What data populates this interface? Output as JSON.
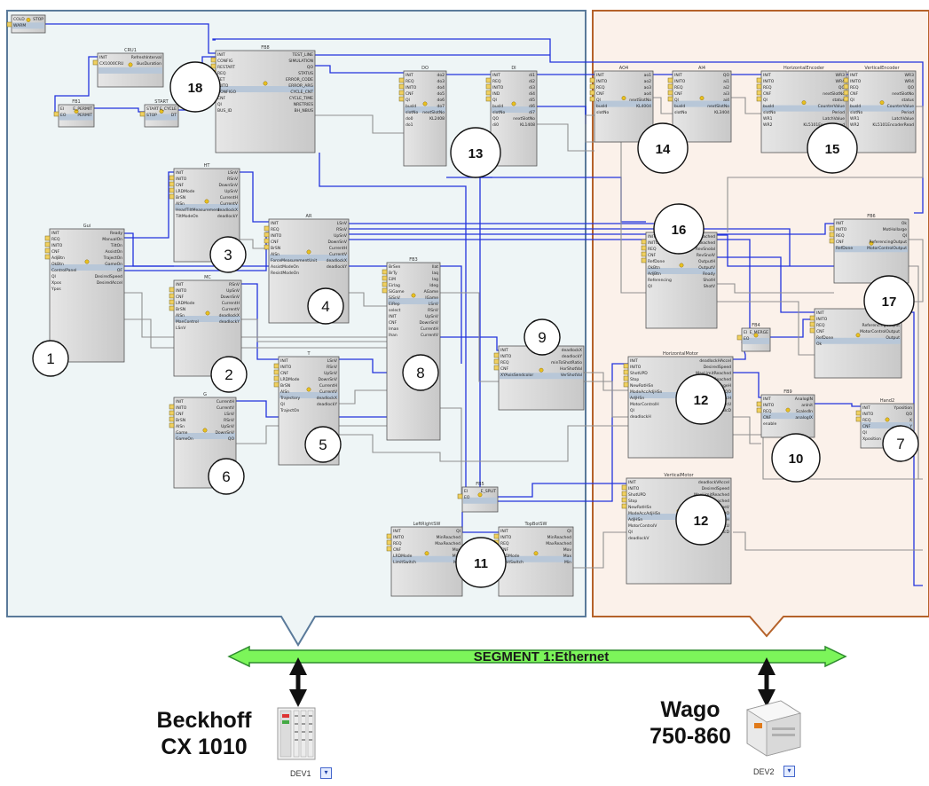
{
  "segment": {
    "label": "SEGMENT 1:Ethernet"
  },
  "devices": [
    {
      "line1": "Beckhoff",
      "line2": "CX 1010",
      "id": "DEV1"
    },
    {
      "line1": "Wago",
      "line2": "750-860",
      "id": "DEV2"
    }
  ],
  "colors": {
    "dev1_region_fill": "#eef5f6",
    "dev1_region_border": "#5a7a9a",
    "dev2_region_fill": "#fbf1ea",
    "dev2_region_border": "#b5622a",
    "segment_fill": "#7cf55a",
    "segment_border": "#2e8b2e",
    "wire_blue": "#2233dd",
    "wire_gray": "#909090",
    "fb_fill": "#d6d6d6"
  },
  "callouts": [
    "1",
    "2",
    "3",
    "4",
    "5",
    "6",
    "7",
    "8",
    "9",
    "10",
    "11",
    "12",
    "12",
    "13",
    "14",
    "15",
    "16",
    "17",
    "18"
  ],
  "function_blocks": [
    {
      "title": "",
      "ports": [
        "COLD",
        "WARM",
        "STOP"
      ]
    },
    {
      "title": "CRU1",
      "ports": [
        "INIT",
        "CX1000CRU",
        "RefreshInterval",
        "BusDuration"
      ]
    },
    {
      "title": "FB8",
      "ports": [
        "INIT",
        "CONFIG",
        "RESTART",
        "REQ",
        "SET",
        "INITO",
        "CONFIGO",
        "CNF",
        "QI",
        "BUS_ID",
        "TEST_LINE",
        "SIMULATION",
        "QO",
        "STATUS",
        "ERROR_CODE",
        "ERROR_ARG",
        "CYCLE_CNT",
        "CYCLE_TIME",
        "NRETRIES",
        "BH_NBUS"
      ]
    },
    {
      "title": "FB1",
      "ports": [
        "EI",
        "EO",
        "E_PERMIT",
        "PERMIT"
      ]
    },
    {
      "title": "START",
      "ports": [
        "START",
        "STOP",
        "E_CYCLE",
        "DT"
      ]
    },
    {
      "title": "DO",
      "ports": [
        "INIT",
        "REQ",
        "INITO",
        "CNF",
        "QI",
        "busId",
        "slotNo",
        "do0",
        "do1",
        "do2",
        "do3",
        "do4",
        "do5",
        "do6",
        "do7",
        "nextSlotNo",
        "KL2408"
      ]
    },
    {
      "title": "DI",
      "ports": [
        "INIT",
        "REQ",
        "INITO",
        "IND",
        "QI",
        "busId",
        "slotNo",
        "QO",
        "di0",
        "di1",
        "di2",
        "di3",
        "di4",
        "di5",
        "di6",
        "di7",
        "nextSlotNo",
        "KL1408"
      ]
    },
    {
      "title": "HT",
      "ports": [
        "INIT",
        "INITO",
        "CNF",
        "LRDMode",
        "BrSN",
        "AlSn",
        "HeadTiltMeasurement",
        "TiltModeOn",
        "LSnV",
        "RSnV",
        "DownSnV",
        "UpSnV",
        "CurrentH",
        "CurrentV",
        "deadlockX",
        "deadlockY"
      ]
    },
    {
      "title": "Gui",
      "ports": [
        "INIT",
        "REQ",
        "INITO",
        "CNF",
        "AdjBtn",
        "OkBtn",
        "ControlPanel",
        "QI",
        "Xpos",
        "Ypos",
        "Ready",
        "ManualOn",
        "TiltOn",
        "AssistOn",
        "TrajectOn",
        "GameOn",
        "OF",
        "DesiredSpeed",
        "DesiredAccel"
      ]
    },
    {
      "title": "AR",
      "ports": [
        "INIT",
        "REQ",
        "INITO",
        "CNF",
        "BrSN",
        "AlSn",
        "ForceMeasurementUnit",
        "AssistModeOn",
        "ResistModeOn",
        "LSnV",
        "RSnV",
        "UpSnV",
        "DownSnV",
        "CurrentH",
        "CurrentV",
        "deadlockX",
        "deadlockY"
      ]
    },
    {
      "title": "FB3",
      "ports": [
        "BrSen",
        "BrTy",
        "EiM",
        "Eirlag",
        "SiGame",
        "SiSnV",
        "EiRep",
        "select",
        "INIT",
        "CNF",
        "Iman",
        "Ihan",
        "Ilat",
        "Iaq",
        "Iag",
        "Ideg",
        "AGame",
        "IGame",
        "LSnV",
        "RSnV",
        "UpSnV",
        "DownSnV",
        "CurrentH",
        "CurrentV"
      ]
    },
    {
      "title": "MC",
      "ports": [
        "INIT",
        "INITO",
        "CNF",
        "LRDMode",
        "BrSN",
        "AlSn",
        "ManControl",
        "LSnV",
        "RSnV",
        "UpSnV",
        "DownSnV",
        "CurrentH",
        "CurrentV",
        "deadlockX",
        "deadlockY"
      ]
    },
    {
      "title": "T",
      "ports": [
        "INIT",
        "INITO",
        "CNF",
        "LRDMode",
        "BrSN",
        "AlSn",
        "Trajectory",
        "QI",
        "TrajectOn",
        "LSnV",
        "RSnV",
        "UpSnV",
        "DownSnV",
        "CurrentH",
        "CurrentV",
        "deadlockX",
        "deadlockY"
      ]
    },
    {
      "title": "G",
      "ports": [
        "INIT",
        "INITO",
        "CNF",
        "BrSN",
        "AlSn",
        "Game",
        "GameOn",
        "CurrentH",
        "CurrentV",
        "LSnV",
        "RSnV",
        "UpSnV",
        "DownSnV",
        "QO"
      ]
    },
    {
      "title": "",
      "ports": [
        "INIT",
        "INITO",
        "REQ",
        "CNF",
        "XYAxisSendcolor",
        "deadlockX",
        "deadlockY",
        "minToShotRatio",
        "HorShotVal",
        "VerShotVal"
      ]
    },
    {
      "title": "FB5",
      "ports": [
        "EI",
        "EO",
        "E_SPLIT"
      ]
    },
    {
      "title": "LeftRightSW",
      "ports": [
        "INIT",
        "INITO",
        "REQ",
        "CNF",
        "LRDMode",
        "LimitSwitch",
        "QI",
        "MinReached",
        "MaxReached",
        "Mov",
        "Max",
        "Min"
      ]
    },
    {
      "title": "TopBotSW",
      "ports": [
        "INIT",
        "INITO",
        "REQ",
        "CNF",
        "LRDMode",
        "LimitSwitch",
        "QI",
        "MinReached",
        "MaxReached",
        "Mov",
        "Max",
        "Min"
      ]
    },
    {
      "title": "AO4",
      "ports": [
        "INIT",
        "INITO",
        "REQ",
        "CNF",
        "QI",
        "busId",
        "slotNo",
        "ao1",
        "ao2",
        "ao3",
        "ao4",
        "nextSlotNo",
        "KL4004"
      ]
    },
    {
      "title": "AI4",
      "ports": [
        "INIT",
        "INITO",
        "REQ",
        "CNF",
        "QI",
        "busId",
        "slotNo",
        "QO",
        "ai1",
        "ai2",
        "ai3",
        "ai4",
        "nextSlotNo",
        "KL3404"
      ]
    },
    {
      "title": "HorizontalEncoder",
      "ports": [
        "INIT",
        "INITO",
        "REQ",
        "CNF",
        "QI",
        "busId",
        "slotNo",
        "WR1",
        "WR2",
        "WR3",
        "WR4",
        "QO",
        "nextSlotNo",
        "status",
        "CounterValue",
        "Period",
        "LatchValue",
        "KL5101EncoderRead"
      ]
    },
    {
      "title": "VerticalEncoder",
      "ports": [
        "INIT",
        "INITO",
        "REQ",
        "CNF",
        "QI",
        "busId",
        "slotNo",
        "WR1",
        "WR2",
        "WR3",
        "WR4",
        "QO",
        "nextSlotNo",
        "status",
        "CounterValue",
        "Period",
        "LatchValue",
        "KL5101EncoderRead"
      ]
    },
    {
      "title": "",
      "ports": [
        "INIT",
        "INITO",
        "REQ",
        "CNF",
        "RefDone",
        "OkBtn",
        "AdjBtn",
        "Referencing",
        "QI",
        "MaxReached",
        "MinReached",
        "RevSnolal",
        "RevSnolV",
        "OutputH",
        "OutputV",
        "Ready",
        "ShotH",
        "ShotV"
      ]
    },
    {
      "title": "FB6",
      "ports": [
        "INIT",
        "INITO",
        "REQ",
        "CNF",
        "RefDone",
        "Ok",
        "MotHollarge",
        "QI",
        "ReferencingOutput",
        "MotorControlOutput"
      ]
    },
    {
      "title": "",
      "ports": [
        "INIT",
        "INITO",
        "REQ",
        "CNF",
        "RefDone",
        "Ok",
        "MotHollarge",
        "QI",
        "ReferencingOutput",
        "MotorControlOutput",
        "Output"
      ]
    },
    {
      "title": "FB4",
      "ports": [
        "EI",
        "EO",
        "E_MERGE"
      ]
    },
    {
      "title": "HorizontalMotor",
      "ports": [
        "INIT",
        "INITO",
        "ShotUPD",
        "Stop",
        "NewRotHSn",
        "ModeAccAdjHSn",
        "AdjHSn",
        "MotorControlH",
        "QI",
        "deadlockH",
        "deadlockHAccel",
        "DesiredSpeed",
        "MaxLimitReached",
        "MinLimitReached",
        "OutputVoltageH",
        "QO",
        "calcH",
        "calcU",
        "calcD"
      ]
    },
    {
      "title": "VerticalMotor",
      "ports": [
        "INIT",
        "INITO",
        "ShotUPD",
        "Stop",
        "NewRotHSn",
        "ModeAccAdjHSn",
        "AdjHSn",
        "MotorControlV",
        "QI",
        "deadlockV",
        "deadlockVAccel",
        "DesiredSpeed",
        "MaxLimitReached",
        "MinLimitReached",
        "OutputVoltageV",
        "QO",
        "calcH",
        "calcU",
        "calcD"
      ]
    },
    {
      "title": "FB9",
      "ports": [
        "INIT",
        "INITO",
        "REQ",
        "CNF",
        "enable",
        "AnalogIN",
        "anInit",
        "ScaledIn",
        "analogIX"
      ]
    },
    {
      "title": "Hand2",
      "ports": [
        "INIT",
        "INITO",
        "REQ",
        "CNF",
        "QI",
        "Xposition",
        "Yposition",
        "QO",
        "X",
        "Y",
        "JoyRead"
      ]
    }
  ]
}
